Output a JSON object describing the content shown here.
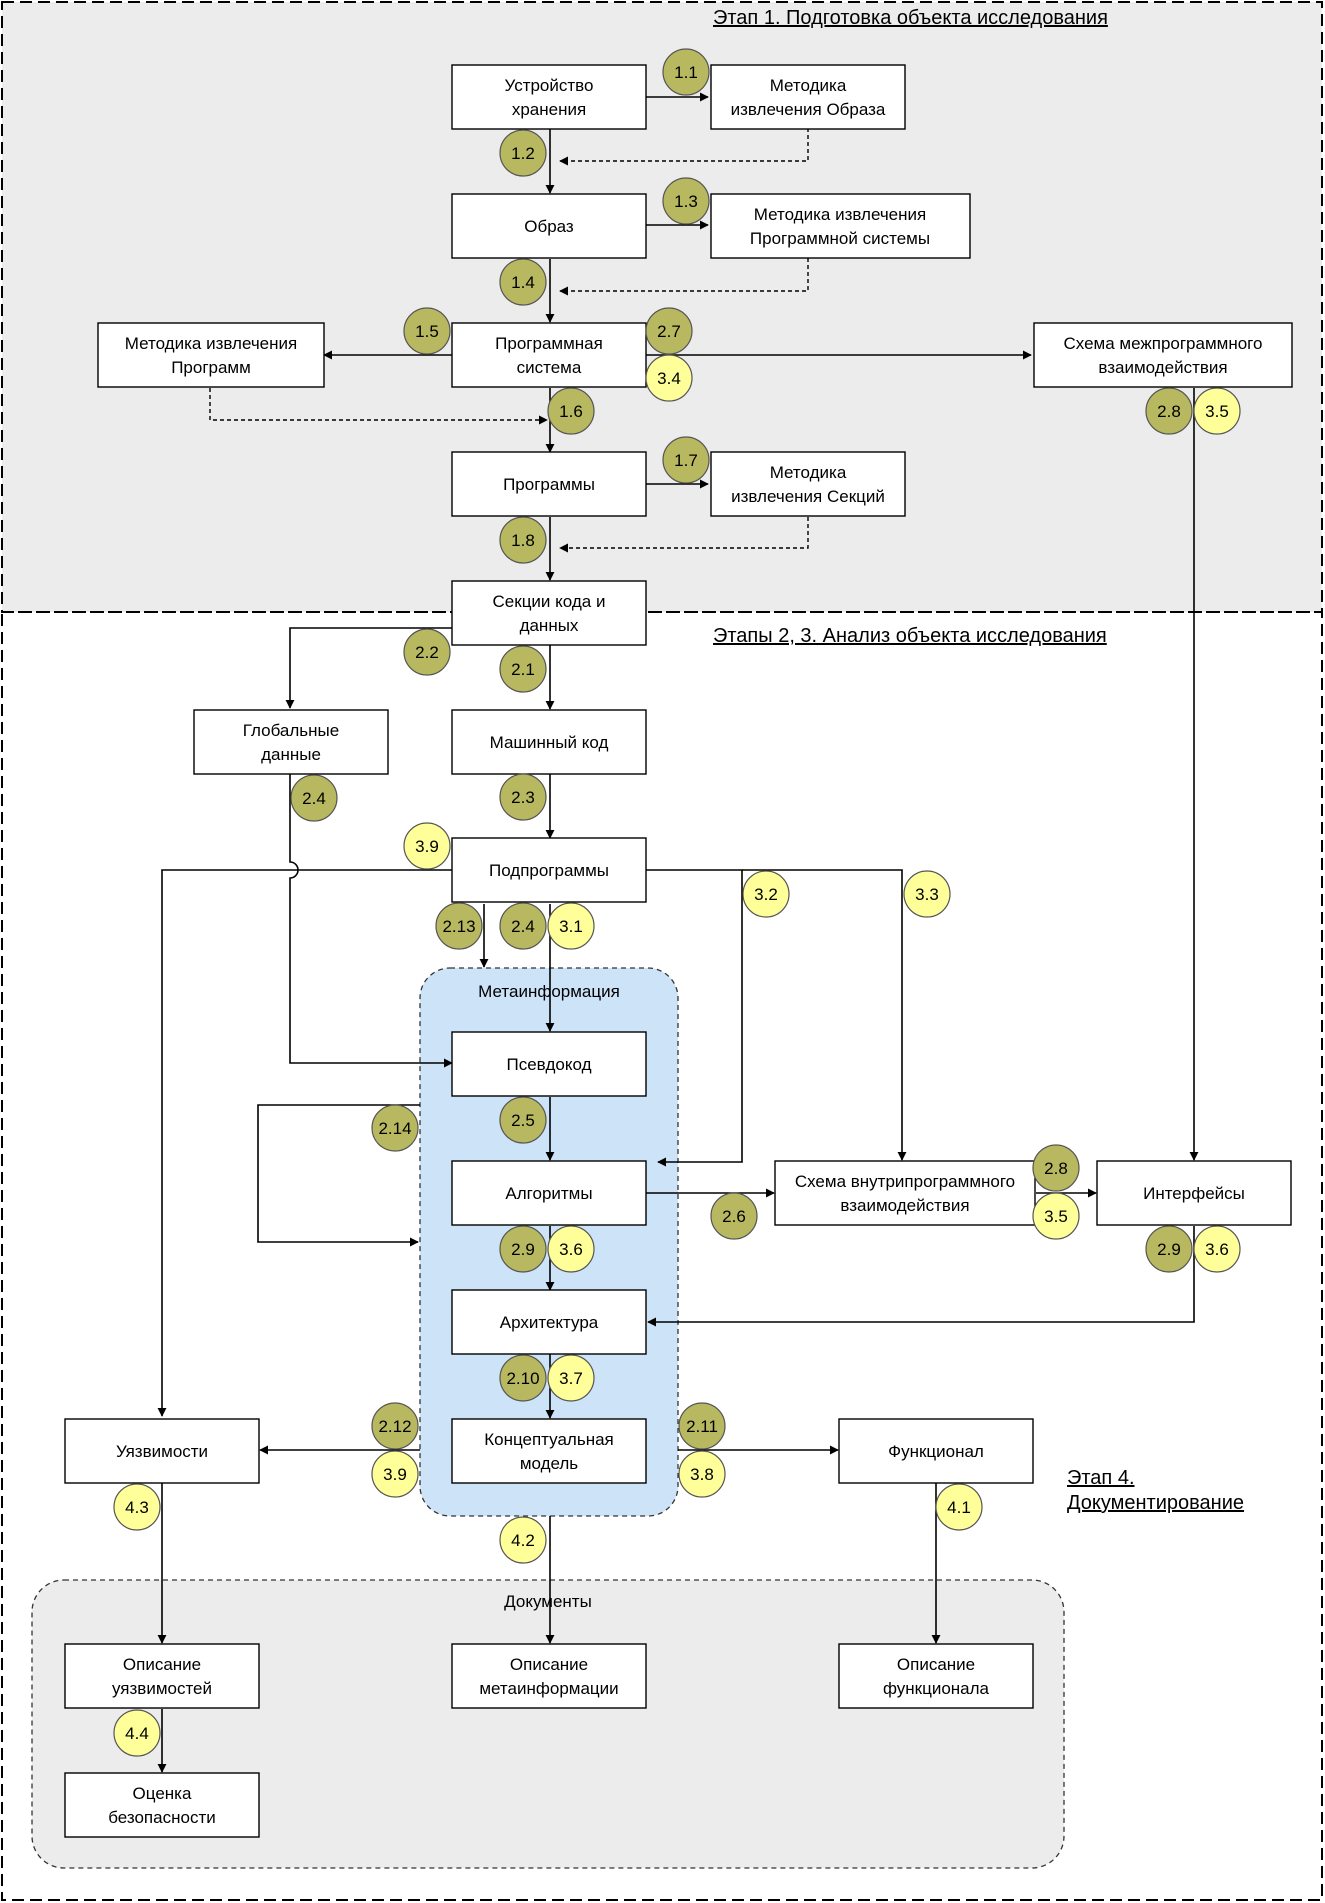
{
  "stages": {
    "s1": "Этап 1. Подготовка объекта исследования",
    "s23": "Этапы 2, 3. Анализ объекта исследования",
    "s4a": "Этап 4.",
    "s4b": "Документирование"
  },
  "groups": {
    "meta": "Метаинформация",
    "docs": "Документы"
  },
  "boxes": {
    "storage": [
      "Устройство",
      "хранения"
    ],
    "m_image": [
      "Методика",
      "извлечения Образа"
    ],
    "image": [
      "Образ"
    ],
    "m_progsys": [
      "Методика извлечения",
      "Программной системы"
    ],
    "m_programs": [
      "Методика извлечения",
      "Программ"
    ],
    "progsys": [
      "Программная",
      "система"
    ],
    "interprog": [
      "Схема межпрограммного",
      "взаимодействия"
    ],
    "programs": [
      "Программы"
    ],
    "m_sections": [
      "Методика",
      "извлечения Секций"
    ],
    "sections": [
      "Секции кода и",
      "данных"
    ],
    "globals": [
      "Глобальные",
      "данные"
    ],
    "machine": [
      "Машинный код"
    ],
    "subprogs": [
      "Подпрограммы"
    ],
    "pseudo": [
      "Псевдокод"
    ],
    "algos": [
      "Алгоритмы"
    ],
    "intraprog": [
      "Схема внутрипрограммного",
      "взаимодействия"
    ],
    "interfaces": [
      "Интерфейсы"
    ],
    "arch": [
      "Архитектура"
    ],
    "concept": [
      "Концептуальная",
      "модель"
    ],
    "vulns": [
      "Уязвимости"
    ],
    "func": [
      "Функционал"
    ],
    "d_vulns": [
      "Описание",
      "уязвимостей"
    ],
    "d_meta": [
      "Описание",
      "метаинформации"
    ],
    "d_func": [
      "Описание",
      "функционала"
    ],
    "security": [
      "Оценка",
      "безопасности"
    ]
  },
  "badges": [
    "1.1",
    "1.2",
    "1.3",
    "1.4",
    "1.5",
    "2.7",
    "3.4",
    "1.6",
    "1.7",
    "1.8",
    "2.8",
    "3.5",
    "2.2",
    "2.1",
    "2.4",
    "2.3",
    "3.9",
    "2.13",
    "2.4",
    "3.1",
    "3.2",
    "3.3",
    "2.14",
    "2.5",
    "2.6",
    "2.8",
    "3.5",
    "2.9",
    "3.6",
    "2.9",
    "3.6",
    "2.10",
    "3.7",
    "2.12",
    "3.9",
    "2.11",
    "3.8",
    "4.3",
    "4.2",
    "4.1",
    "4.4"
  ],
  "colors": {
    "stage1_bg": "#ececec",
    "meta_bg": "#cce3f8",
    "docs_bg": "#ececec",
    "badge_stage2": "#b8b860",
    "badge_stage3": "#ffff99"
  }
}
